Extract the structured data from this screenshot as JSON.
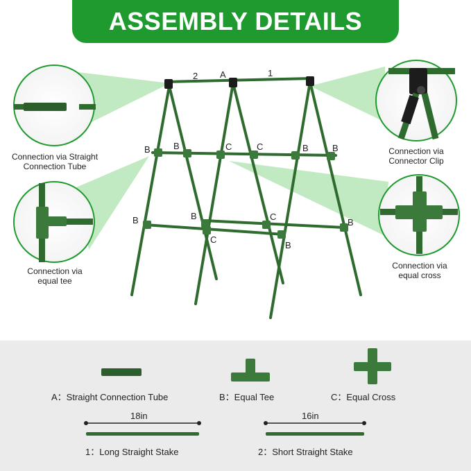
{
  "banner": {
    "title": "ASSEMBLY DETAILS"
  },
  "colors": {
    "banner": "#1f9a2f",
    "stake": "#2f6b2f",
    "highlight": "#8fd88f",
    "bottom_bg": "#ebebeb"
  },
  "callouts": {
    "straight_tube": "Connection via Straight Connection Tube",
    "connector_clip": "Connection via Connector Clip",
    "equal_tee": "Connection via equal tee",
    "equal_cross": "Connection via equal cross"
  },
  "frame_labels": {
    "one": "1",
    "two": "2",
    "a": "A",
    "b": "B",
    "c": "C"
  },
  "parts": {
    "a_label": "A：Straight Connection Tube",
    "b_label": "B：Equal Tee",
    "c_label": "C：Equal Cross",
    "long_len": "18in",
    "short_len": "16in",
    "long_label": "1：Long Straight Stake",
    "short_label": "2：Short Straight Stake"
  }
}
